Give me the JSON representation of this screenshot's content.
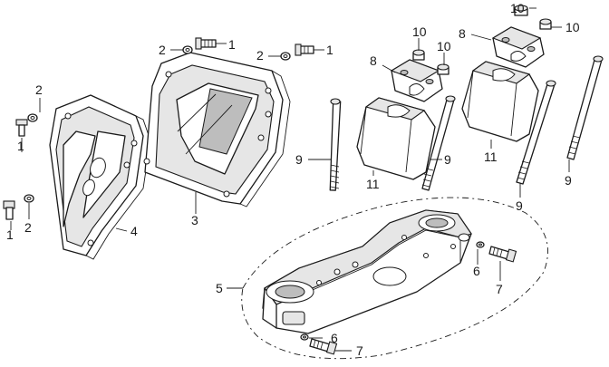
{
  "callouts": {
    "c1": "1",
    "c2": "2",
    "c3": "3",
    "c4": "4",
    "c5": "5",
    "c6": "6",
    "c7": "7",
    "c8": "8",
    "c9": "9",
    "c10": "10",
    "c11": "11"
  },
  "colors": {
    "line": "#1a1a1a",
    "fill": "#ffffff",
    "shade": "#e6e6e6"
  }
}
